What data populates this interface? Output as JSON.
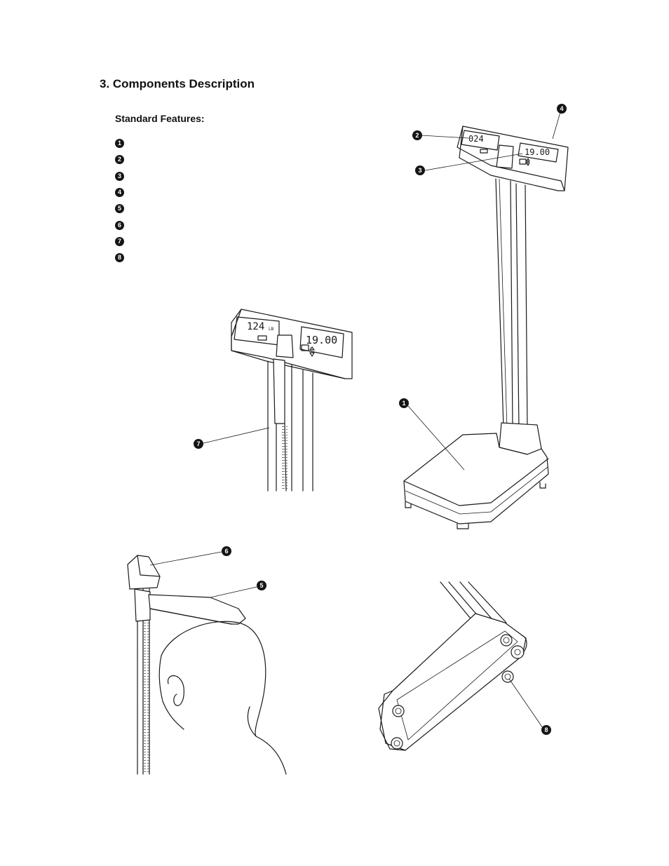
{
  "heading": "3. Components Description",
  "subheading": "Standard Features:",
  "feature_numbers": [
    "1",
    "2",
    "3",
    "4",
    "5",
    "6",
    "7",
    "8"
  ],
  "displays": {
    "weight_main": "124",
    "weight_unit": "LB",
    "height_main": "19.00",
    "weight_top": "024"
  },
  "callouts": {
    "base_platform": "1",
    "weight_display": "2",
    "handle": "3",
    "height_display": "4",
    "headpiece": "5",
    "headpiece_lock": "6",
    "measuring_rod": "7",
    "wheels": "8"
  },
  "colors": {
    "ink": "#151515",
    "paper": "#ffffff"
  }
}
